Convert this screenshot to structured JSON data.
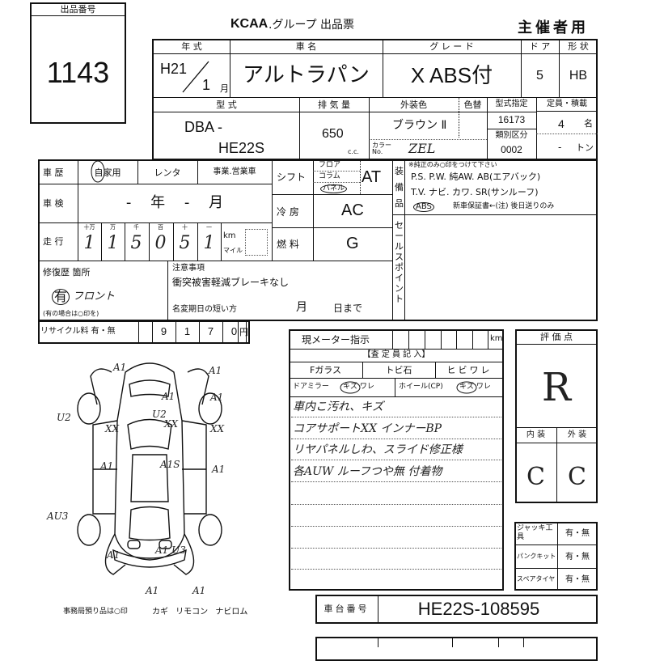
{
  "lot": {
    "label": "出品番号",
    "number": "1143"
  },
  "header": {
    "brand": "KCAA",
    "title": ".グループ 出品票",
    "copy": "主催者用"
  },
  "row1": {
    "year_label": "年 式",
    "name_label": "車 名",
    "grade_label": "グ レ ー ド",
    "door_label": "ド ア",
    "shape_label": "形 状",
    "era": "H21",
    "month": "1",
    "month_unit": "月",
    "car_name": "アルトラパン",
    "grade": "X ABS付",
    "doors": "5",
    "shape": "HB"
  },
  "row2": {
    "model_label": "型 式",
    "disp_label": "排 気 量",
    "color_label": "外装色",
    "color_change_label": "色替",
    "type_label": "型式指定",
    "capacity_label": "定員・積載",
    "model_prefix": "DBA -",
    "model": "HE22S",
    "displacement": "650",
    "cc": "c.c.",
    "color": "ブラウン Ⅱ",
    "color_no_label": "カラー No.",
    "color_no": "ZEL",
    "type_no": "16173",
    "class_label": "類別区分",
    "class_no": "0002",
    "capacity": "4",
    "capacity_unit": "名",
    "load": "-",
    "load_unit": "トン"
  },
  "history": {
    "label": "車 歴",
    "private": "自家用",
    "rental": "レンタ",
    "business": "事業.営業車"
  },
  "inspection": {
    "label": "車 検",
    "value": "- 年 - 月"
  },
  "mileage": {
    "label": "走 行",
    "units": [
      "十万",
      "万",
      "千",
      "百",
      "十",
      "一"
    ],
    "digits": [
      "1",
      "1",
      "5",
      "0",
      "5",
      "1"
    ],
    "km": "km",
    "mile": "マイル"
  },
  "shift": {
    "label": "シフト",
    "options": [
      "フロア",
      "コラム",
      "パネル"
    ],
    "value": "AT"
  },
  "ac": {
    "label": "冷 房",
    "value": "AC"
  },
  "fuel": {
    "label": "燃 料",
    "value": "G"
  },
  "equipment": {
    "label": "装備品",
    "note": "※純正のみ○印をつけて下さい",
    "line1": "P.S. P.W. 純AW. AB(エアバック)",
    "line2": "T.V. ナビ. カワ. SR(サンルーフ)",
    "line3_abs": "ABS",
    "line3_rest": "新車保証書←(注) 後日送りのみ"
  },
  "sales_point": {
    "label": "セールスポイント"
  },
  "repair": {
    "label": "修復歴 箇所",
    "value": "有",
    "location": "フロント",
    "note": "(有の場合は○印を)"
  },
  "caution": {
    "label": "注意事項",
    "text": "衝突被害軽減ブレーキなし",
    "rename_label": "名変期日の短い方",
    "month": "月",
    "day": "日まで"
  },
  "recycle": {
    "label": "リサイクル料 有・無",
    "digits": [
      "9",
      "1",
      "7",
      "0"
    ],
    "unit": "円"
  },
  "meter": {
    "label": "現メーター指示",
    "unit": "km",
    "inspector": "【査 定 員 記 入】",
    "fglass": "Fガラス",
    "chip": "トビ石",
    "crack": "ヒビワレ",
    "mirror": "ドアミラー",
    "mirror_opts": "キズ ワレ",
    "wheel": "ホイール(CP)",
    "wheel_opts": "キズ ワレ",
    "notes": [
      "車内こ汚れ、キズ",
      "コアサポートXX インナーBP",
      "リヤパネルしわ、スライド修正様",
      "各AUW ルーフつや無 付着物"
    ]
  },
  "score": {
    "label": "評 価 点",
    "value": "R",
    "interior_label": "内 装",
    "exterior_label": "外 装",
    "interior": "C",
    "exterior": "C"
  },
  "accessories": [
    {
      "label": "ジャッキ工具",
      "value": "有・無"
    },
    {
      "label": "パンクキット",
      "value": "有・無"
    },
    {
      "label": "スペアタイヤ",
      "value": "有・無"
    }
  ],
  "chassis": {
    "label": "車台番号",
    "value": "HE22S-108595"
  },
  "office": {
    "text": "事務局預り品は○印",
    "items": "カギ リモコン ナビロム"
  },
  "diagram_marks": [
    "A1",
    "A1",
    "A1",
    "U2",
    "XX",
    "A1",
    "U2",
    "XX",
    "XX",
    "A1",
    "A1S",
    "A1",
    "AU3",
    "A1",
    "A1 U3",
    "A1",
    "A1"
  ]
}
